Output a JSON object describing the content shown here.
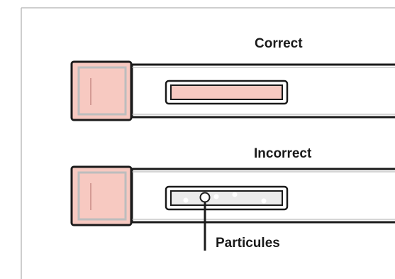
{
  "labels": {
    "correct": "Correct",
    "incorrect": "Incorrect",
    "particles": "Particules"
  },
  "colors": {
    "outline": "#1a1a1a",
    "border": "#bdbdbd",
    "cap_fill": "#f7c9c1",
    "cap_line": "#c98a85",
    "window_fill_correct": "#f7c9c1",
    "window_fill_incorrect": "#ebebeb",
    "particle": "#ffffff"
  },
  "icons": {
    "particle_marker": "circle"
  }
}
